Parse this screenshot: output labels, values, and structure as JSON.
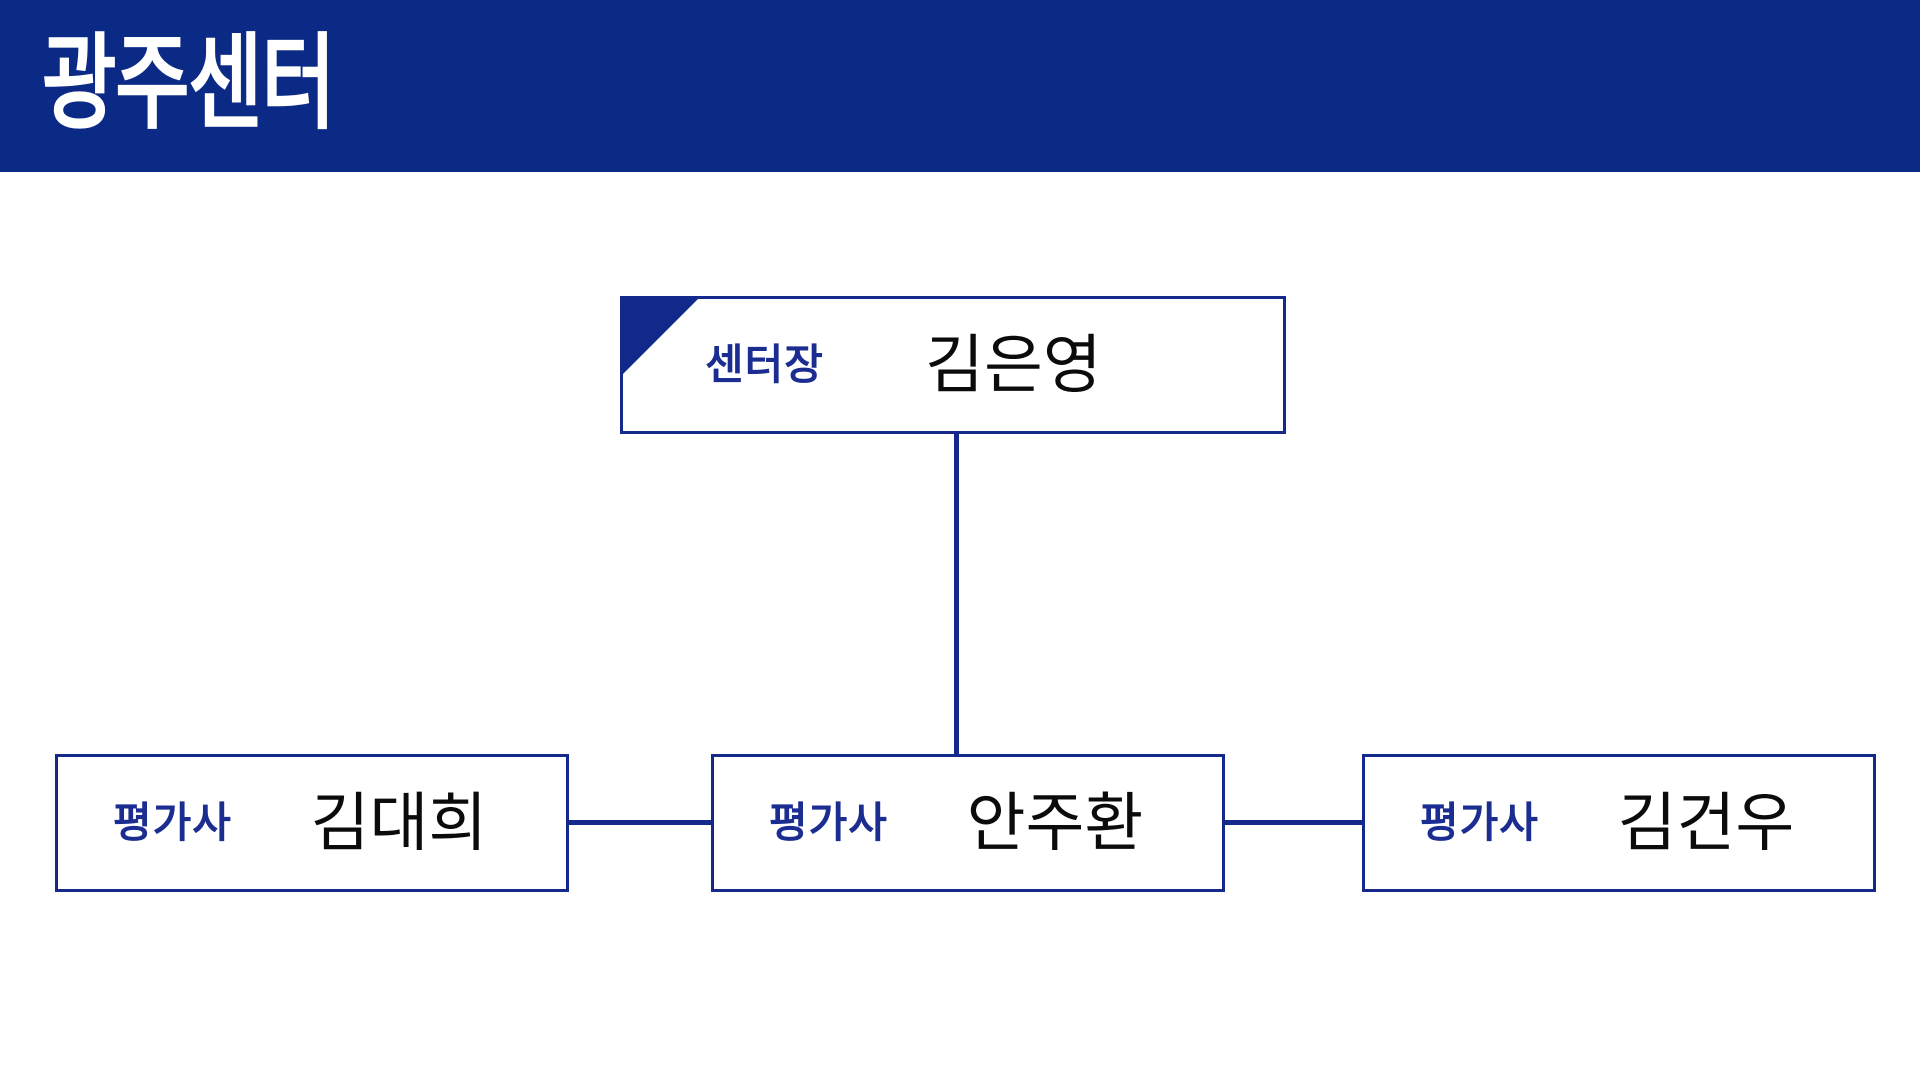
{
  "slide": {
    "title": "광주센터"
  },
  "org_chart": {
    "director": {
      "role": "센터장",
      "name": "김은영"
    },
    "members": [
      {
        "role": "평가사",
        "name": "김대희"
      },
      {
        "role": "평가사",
        "name": "안주환"
      },
      {
        "role": "평가사",
        "name": "김건우"
      }
    ]
  },
  "colors": {
    "banner_background": "#0b2a86",
    "banner_title_text": "#ffffff",
    "box_border": "#15298d",
    "corner_triangle": "#12298c",
    "role_label_text": "#1b2d91",
    "name_text": "#0b0b0b",
    "connector_line": "#15298d",
    "slide_background": "#ffffff"
  }
}
